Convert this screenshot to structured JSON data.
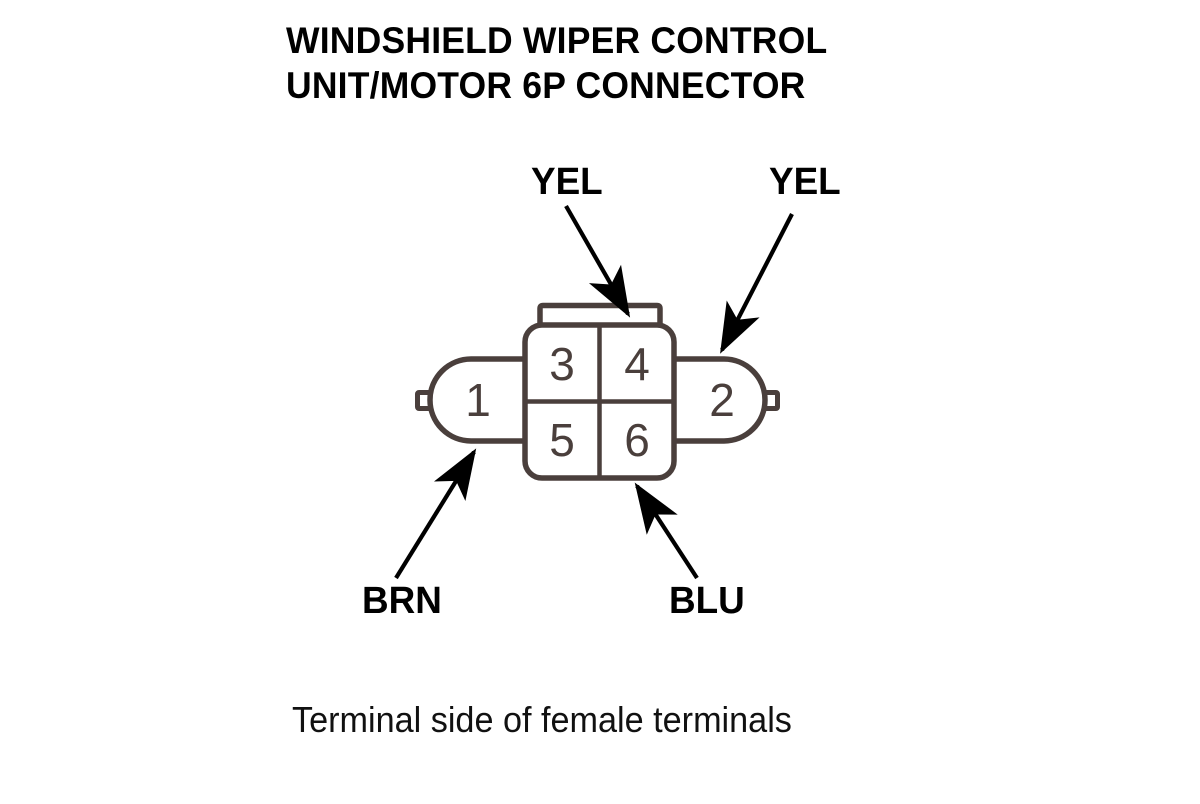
{
  "document": {
    "title_lines": [
      "WINDSHIELD WIPER CONTROL",
      "UNIT/MOTOR 6P CONNECTOR"
    ],
    "caption": "Terminal side of female terminals"
  },
  "connector": {
    "name": "Windshield Wiper Control Unit/Motor 6P Connector",
    "pin_count": 6,
    "view": "Terminal side of female terminals",
    "pins": [
      {
        "number": "1",
        "wire_color_code": "BRN",
        "position": "left-bar"
      },
      {
        "number": "2",
        "wire_color_code": "YEL",
        "position": "right-bar"
      },
      {
        "number": "3",
        "wire_color_code": "",
        "position": "center-top-left"
      },
      {
        "number": "4",
        "wire_color_code": "YEL",
        "position": "center-top-right"
      },
      {
        "number": "5",
        "wire_color_code": "",
        "position": "center-bottom-left"
      },
      {
        "number": "6",
        "wire_color_code": "BLU",
        "position": "center-bottom-right"
      }
    ]
  },
  "callouts": [
    {
      "id": "yel-left",
      "label": "YEL",
      "points_to_pin": "4"
    },
    {
      "id": "yel-right",
      "label": "YEL",
      "points_to_pin": "2"
    },
    {
      "id": "brn",
      "label": "BRN",
      "points_to_pin": "1"
    },
    {
      "id": "blu",
      "label": "BLU",
      "points_to_pin": "6"
    }
  ],
  "colors": {
    "background": "#ffffff",
    "outline": "#4a3f3c",
    "text": "#000000",
    "arrow": "#000000",
    "pin_number": "#4a3f3c"
  }
}
